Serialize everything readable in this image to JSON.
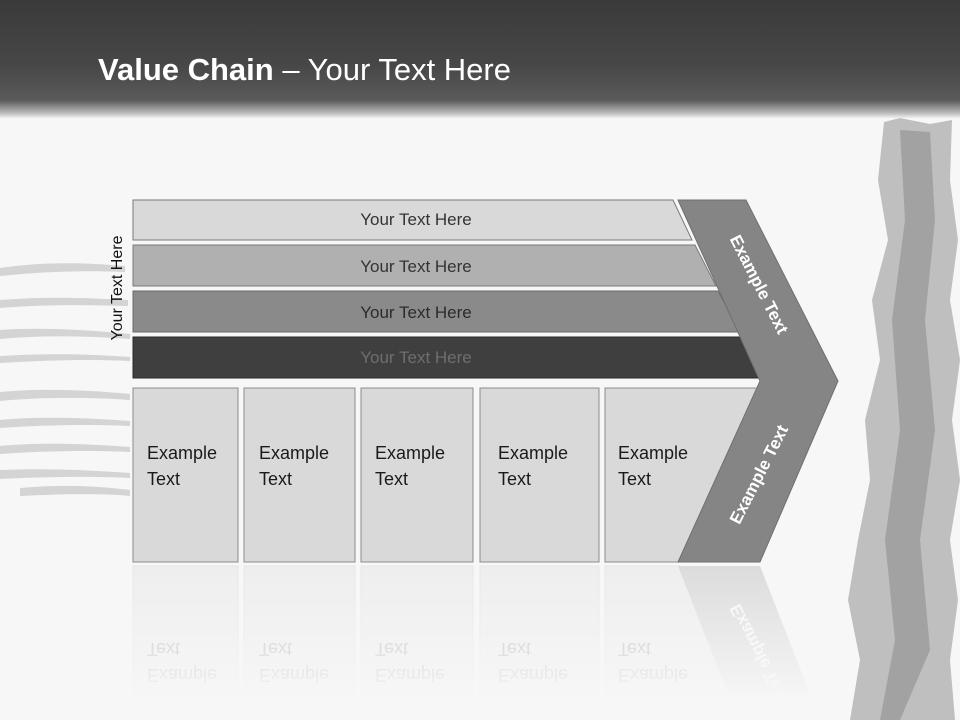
{
  "title": {
    "bold": "Value Chain",
    "rest": " – Your Text Here"
  },
  "side_label": "Your Text Here",
  "rows": [
    {
      "label": "Your Text Here",
      "fill": "#d9d9d9",
      "text_color": "#333333"
    },
    {
      "label": "Your Text Here",
      "fill": "#b0b0b0",
      "text_color": "#333333"
    },
    {
      "label": "Your Text Here",
      "fill": "#8a8a8a",
      "text_color": "#2b2b2b"
    },
    {
      "label": "Your Text Here",
      "fill": "#3f3f3f",
      "text_color": "#6e6e6e"
    }
  ],
  "boxes": [
    {
      "line1": "Example",
      "line2": "Text"
    },
    {
      "line1": "Example",
      "line2": "Text"
    },
    {
      "line1": "Example",
      "line2": "Text"
    },
    {
      "line1": "Example",
      "line2": "Text"
    },
    {
      "line1": "Example",
      "line2": "Text"
    }
  ],
  "chevron": {
    "upper": "Example Text",
    "lower": "Example Text",
    "fill": "#858585"
  }
}
